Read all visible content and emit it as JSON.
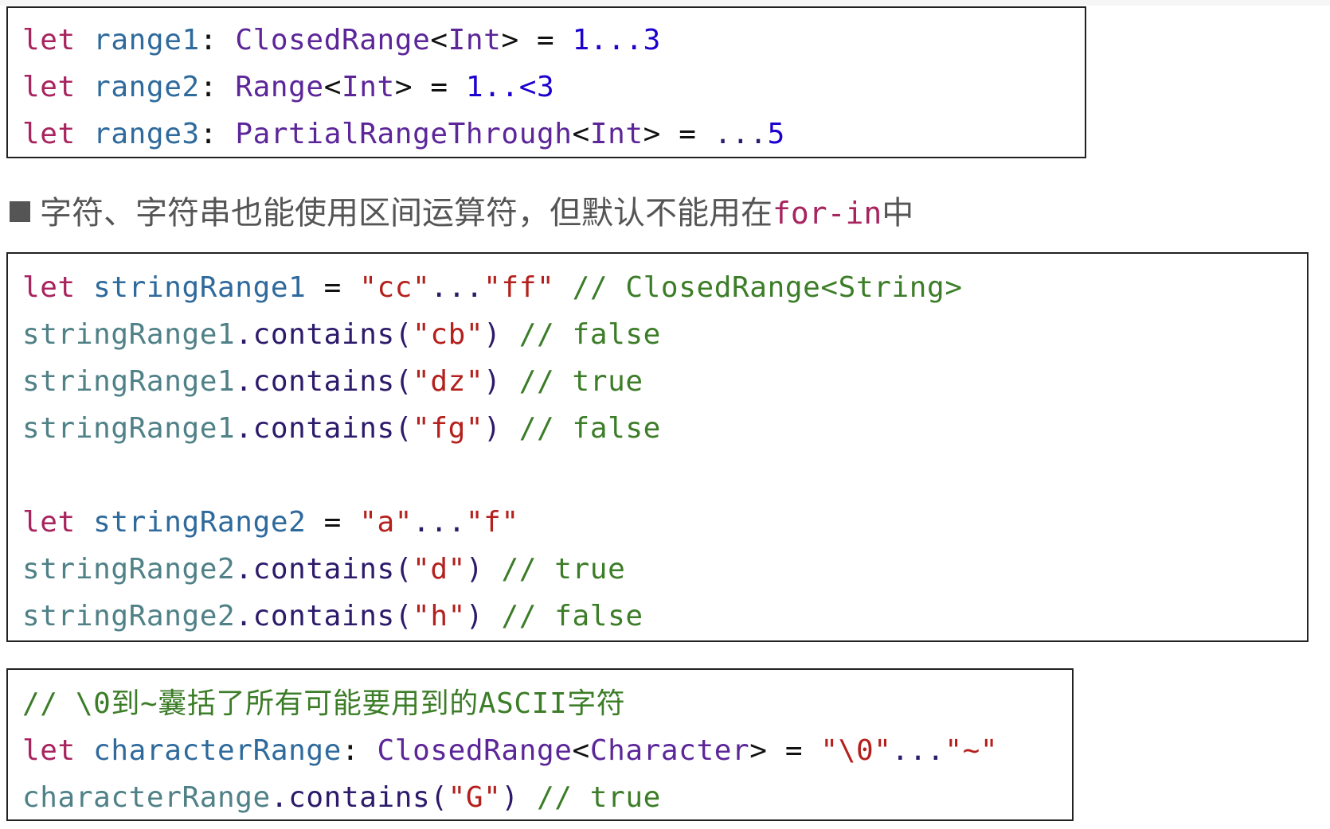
{
  "box1": [
    [
      [
        "kw",
        "let"
      ],
      [
        "plain",
        " "
      ],
      [
        "decl",
        "range1"
      ],
      [
        "plain",
        ": "
      ],
      [
        "type",
        "ClosedRange"
      ],
      [
        "plain",
        "<"
      ],
      [
        "type",
        "Int"
      ],
      [
        "plain",
        "> = "
      ],
      [
        "num",
        "1...3"
      ]
    ],
    [
      [
        "kw",
        "let"
      ],
      [
        "plain",
        " "
      ],
      [
        "decl",
        "range2"
      ],
      [
        "plain",
        ": "
      ],
      [
        "type",
        "Range"
      ],
      [
        "plain",
        "<"
      ],
      [
        "type",
        "Int"
      ],
      [
        "plain",
        "> = "
      ],
      [
        "num",
        "1..<3"
      ]
    ],
    [
      [
        "kw",
        "let"
      ],
      [
        "plain",
        " "
      ],
      [
        "decl",
        "range3"
      ],
      [
        "plain",
        ": "
      ],
      [
        "type",
        "PartialRangeThrough"
      ],
      [
        "plain",
        "<"
      ],
      [
        "type",
        "Int"
      ],
      [
        "plain",
        "> = "
      ],
      [
        "meth",
        "..."
      ],
      [
        "num",
        "5"
      ]
    ]
  ],
  "bullet": {
    "text": "字符、字符串也能使用区间运算符，但默认不能用在",
    "code": "for-in",
    "suffix": "中"
  },
  "box2": [
    [
      [
        "kw",
        "let"
      ],
      [
        "plain",
        " "
      ],
      [
        "decl",
        "stringRange1"
      ],
      [
        "plain",
        " = "
      ],
      [
        "str",
        "\"cc\""
      ],
      [
        "meth",
        "..."
      ],
      [
        "str",
        "\"ff\""
      ],
      [
        "plain",
        " "
      ],
      [
        "cmt",
        "// ClosedRange<String>"
      ]
    ],
    [
      [
        "var",
        "stringRange1"
      ],
      [
        "meth",
        ".contains("
      ],
      [
        "str",
        "\"cb\""
      ],
      [
        "meth",
        ")"
      ],
      [
        "plain",
        " "
      ],
      [
        "cmt",
        "// false"
      ]
    ],
    [
      [
        "var",
        "stringRange1"
      ],
      [
        "meth",
        ".contains("
      ],
      [
        "str",
        "\"dz\""
      ],
      [
        "meth",
        ")"
      ],
      [
        "plain",
        " "
      ],
      [
        "cmt",
        "// true"
      ]
    ],
    [
      [
        "var",
        "stringRange1"
      ],
      [
        "meth",
        ".contains("
      ],
      [
        "str",
        "\"fg\""
      ],
      [
        "meth",
        ")"
      ],
      [
        "plain",
        " "
      ],
      [
        "cmt",
        "// false"
      ]
    ],
    [],
    [
      [
        "kw",
        "let"
      ],
      [
        "plain",
        " "
      ],
      [
        "decl",
        "stringRange2"
      ],
      [
        "plain",
        " = "
      ],
      [
        "str",
        "\"a\""
      ],
      [
        "meth",
        "..."
      ],
      [
        "str",
        "\"f\""
      ]
    ],
    [
      [
        "var",
        "stringRange2"
      ],
      [
        "meth",
        ".contains("
      ],
      [
        "str",
        "\"d\""
      ],
      [
        "meth",
        ")"
      ],
      [
        "plain",
        " "
      ],
      [
        "cmt",
        "// true"
      ]
    ],
    [
      [
        "var",
        "stringRange2"
      ],
      [
        "meth",
        ".contains("
      ],
      [
        "str",
        "\"h\""
      ],
      [
        "meth",
        ")"
      ],
      [
        "plain",
        " "
      ],
      [
        "cmt",
        "// false"
      ]
    ]
  ],
  "box3": [
    [
      [
        "cmt",
        "// \\0到~囊括了所有可能要用到的ASCII字符"
      ]
    ],
    [
      [
        "kw",
        "let"
      ],
      [
        "plain",
        " "
      ],
      [
        "decl",
        "characterRange"
      ],
      [
        "plain",
        ": "
      ],
      [
        "type",
        "ClosedRange"
      ],
      [
        "plain",
        "<"
      ],
      [
        "type",
        "Character"
      ],
      [
        "plain",
        "> = "
      ],
      [
        "str",
        "\"\\0\""
      ],
      [
        "meth",
        "..."
      ],
      [
        "str",
        "\"~\""
      ]
    ],
    [
      [
        "var",
        "characterRange"
      ],
      [
        "meth",
        ".contains("
      ],
      [
        "str",
        "\"G\""
      ],
      [
        "meth",
        ")"
      ],
      [
        "plain",
        " "
      ],
      [
        "cmt",
        "// true"
      ]
    ]
  ]
}
